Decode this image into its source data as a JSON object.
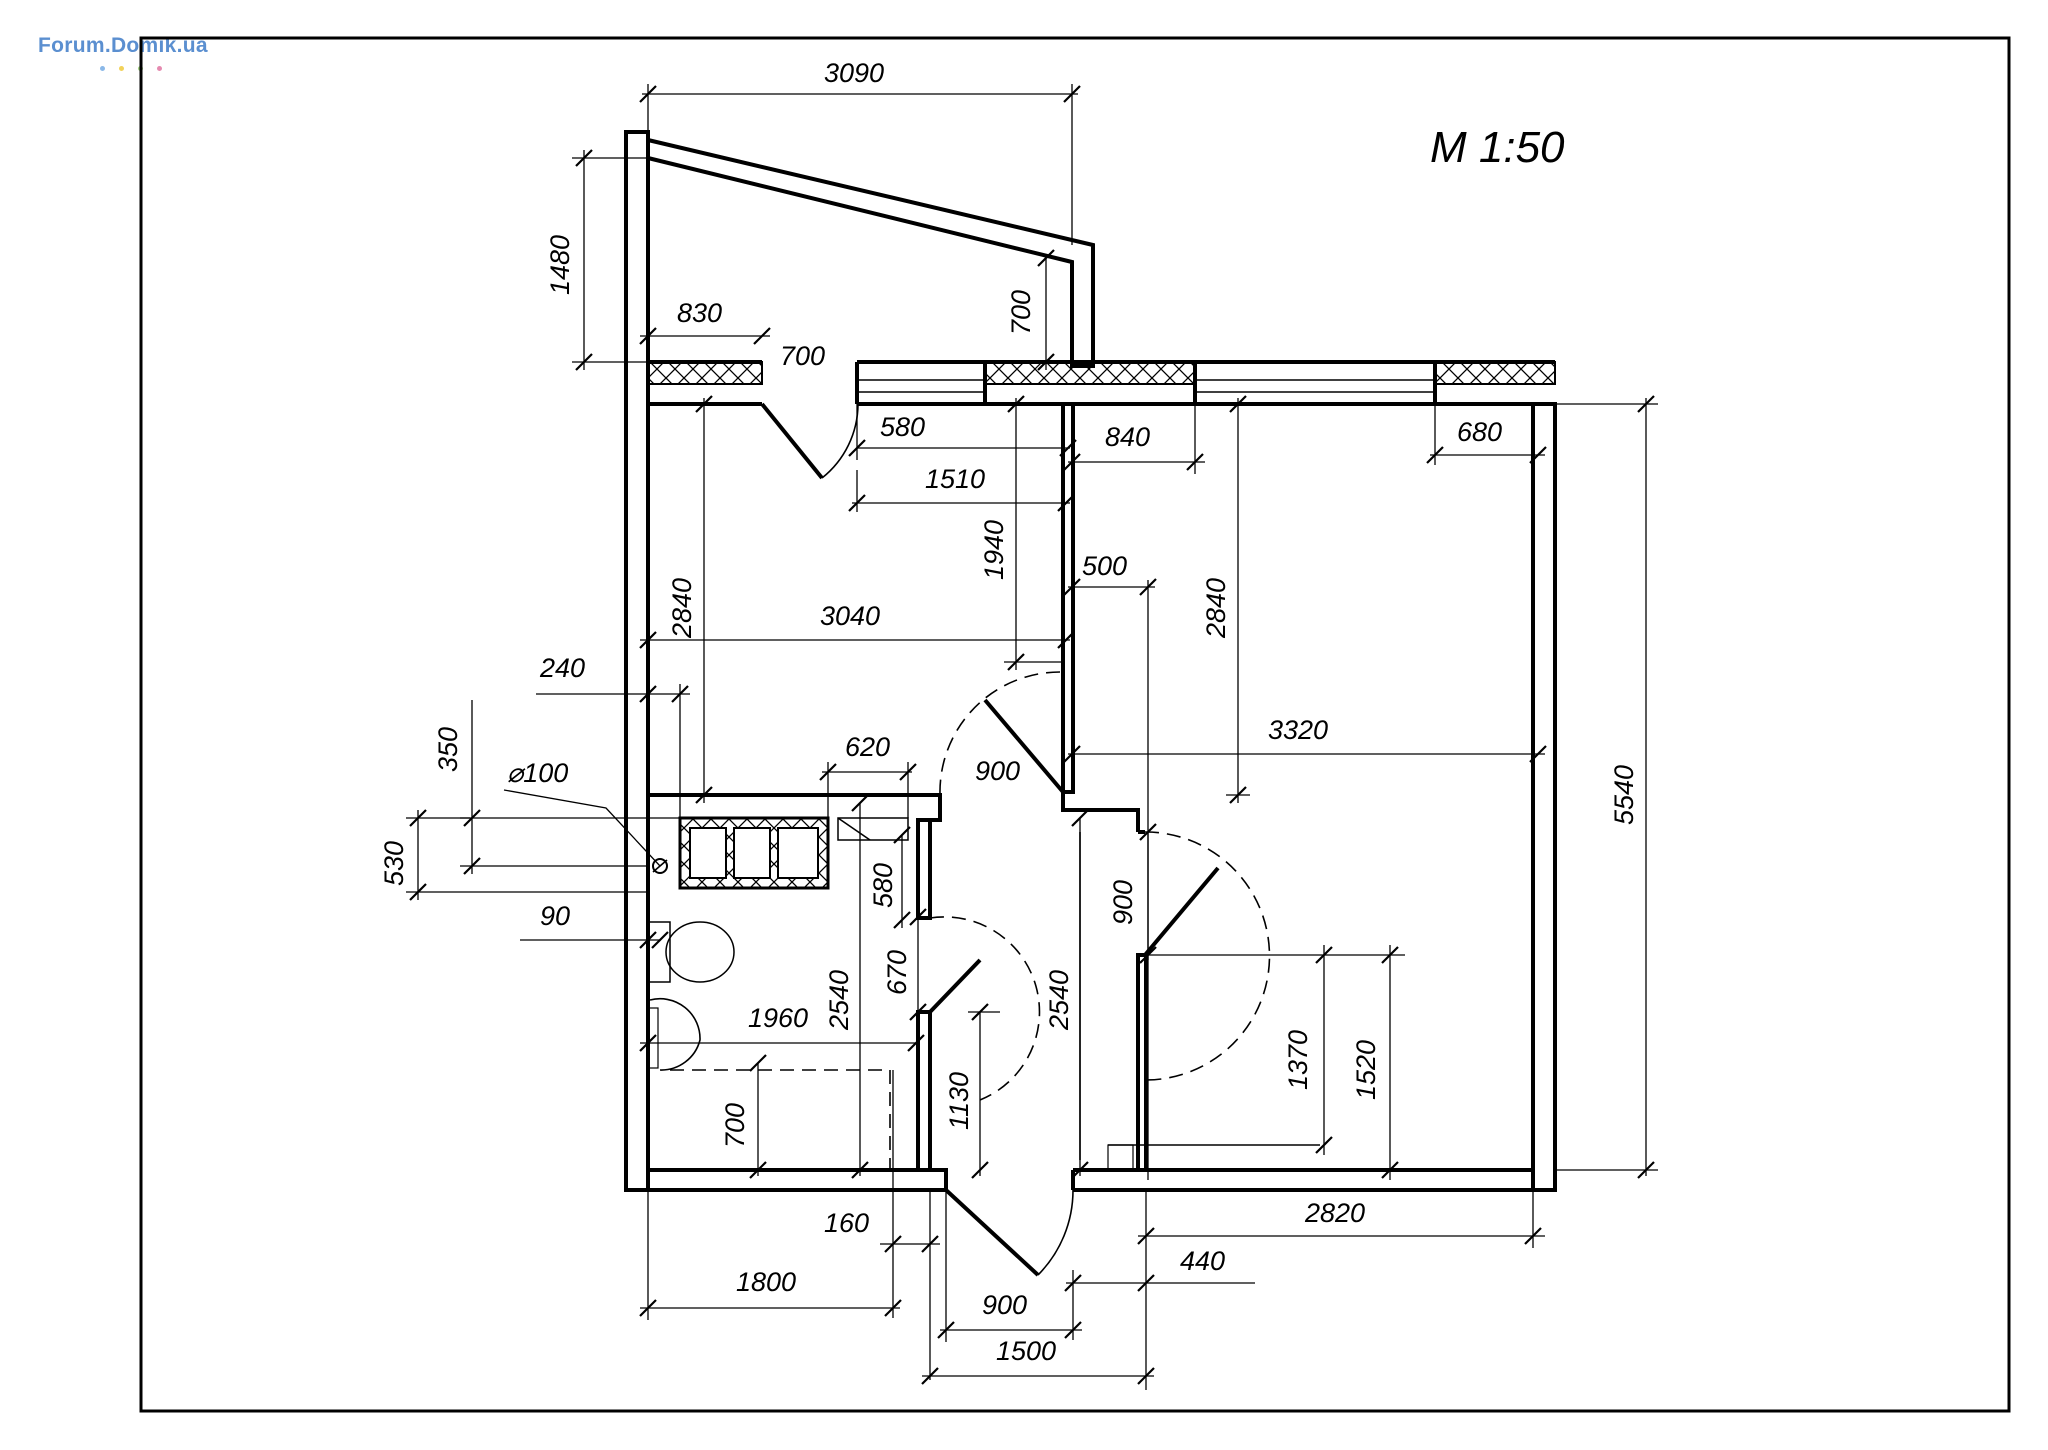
{
  "watermark": {
    "text": "Forum.Domik.ua",
    "dot_colors": [
      "#8bb8e8",
      "#f2d25a",
      "#9fd07a",
      "#e58ab0"
    ]
  },
  "scale": "M 1:50",
  "dimensions": {
    "d3090": "3090",
    "d1480": "1480",
    "d830": "830",
    "d700_door": "700",
    "d700_wall": "700",
    "d580_top": "580",
    "d840": "840",
    "d1510": "1510",
    "d680": "680",
    "d1940": "1940",
    "d500": "500",
    "d2840_left": "2840",
    "d3040": "3040",
    "d2840_right": "2840",
    "d5540": "5540",
    "d240": "240",
    "d3320": "3320",
    "d350": "350",
    "d620": "620",
    "d900_mid": "900",
    "d100": "⌀100",
    "d530": "530",
    "d580_mid": "580",
    "d900_right": "900",
    "d90": "90",
    "d670": "670",
    "d2540_left": "2540",
    "d2540_right": "2540",
    "d1960": "1960",
    "d1370": "1370",
    "d1520": "1520",
    "d1130": "1130",
    "d700_bot": "700",
    "d160": "160",
    "d2820": "2820",
    "d440": "440",
    "d1800": "1800",
    "d900_bot": "900",
    "d1500": "1500"
  }
}
